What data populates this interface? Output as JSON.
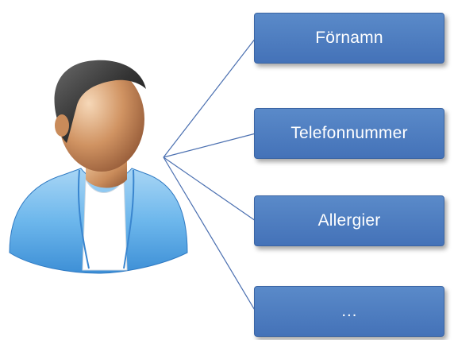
{
  "attributes": [
    {
      "label": "Förnamn"
    },
    {
      "label": "Telefonnummer"
    },
    {
      "label": "Allergier"
    },
    {
      "label": "…"
    }
  ],
  "colors": {
    "box_fill": "#4f7fc3",
    "box_border": "#3a64a3",
    "box_text": "#ffffff",
    "connector": "#4a6fb0"
  },
  "icons": {
    "person": "person-icon"
  }
}
